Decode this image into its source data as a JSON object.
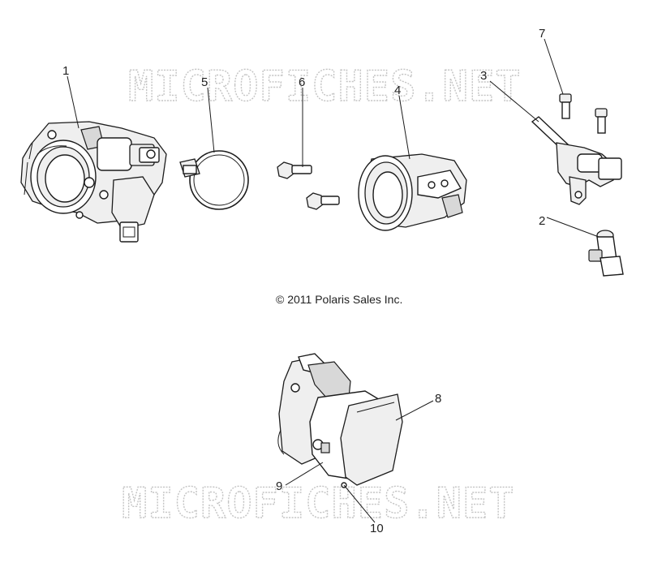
{
  "watermarks": [
    "MICROFICHES.NET",
    "MICROFICHES.NET"
  ],
  "copyright": "© 2011 Polaris Sales Inc.",
  "callouts": {
    "c1": "1",
    "c2": "2",
    "c3": "3",
    "c4": "4",
    "c5": "5",
    "c6": "6",
    "c7": "7",
    "c8": "8",
    "c9": "9",
    "c10": "10"
  }
}
